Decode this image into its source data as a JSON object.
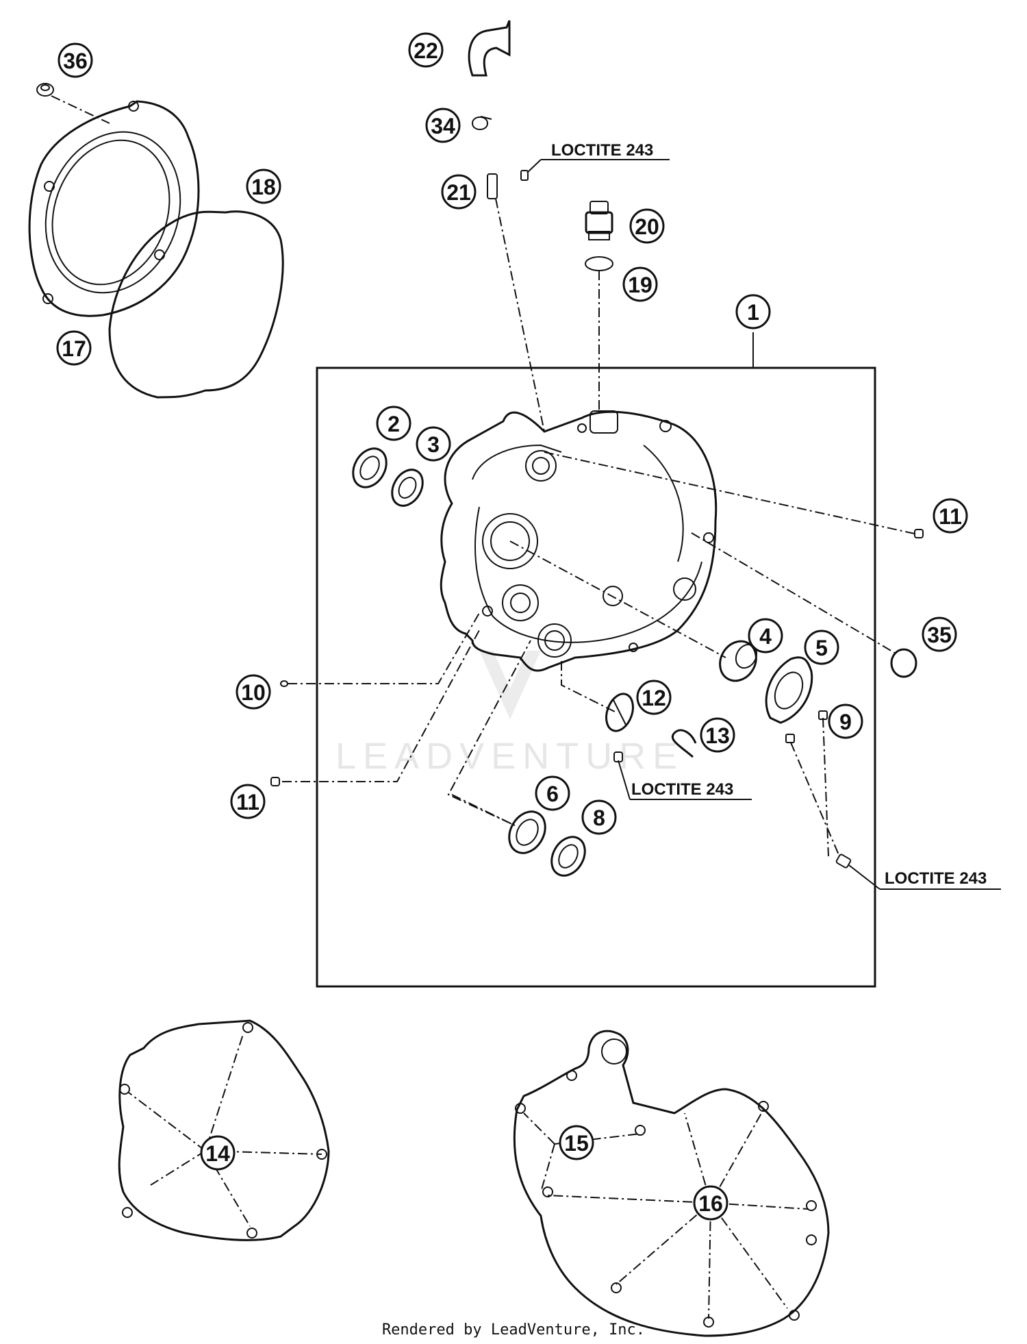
{
  "callouts": {
    "c1": "1",
    "c2": "2",
    "c3": "3",
    "c4": "4",
    "c5": "5",
    "c6": "6",
    "c8": "8",
    "c9": "9",
    "c10": "10",
    "c11a": "11",
    "c11b": "11",
    "c12": "12",
    "c13": "13",
    "c14": "14",
    "c15": "15",
    "c16": "16",
    "c17": "17",
    "c18": "18",
    "c19": "19",
    "c20": "20",
    "c21": "21",
    "c22": "22",
    "c34": "34",
    "c35": "35",
    "c36": "36"
  },
  "notes": {
    "loctite_top": "LOCTITE 243",
    "loctite_mid": "LOCTITE 243",
    "loctite_right": "LOCTITE 243"
  },
  "watermark": "LEADVENTURE",
  "footer": "Rendered by LeadVenture, Inc.",
  "colors": {
    "ink": "#111111",
    "background": "#ffffff",
    "watermark": "#e6e6e6"
  }
}
